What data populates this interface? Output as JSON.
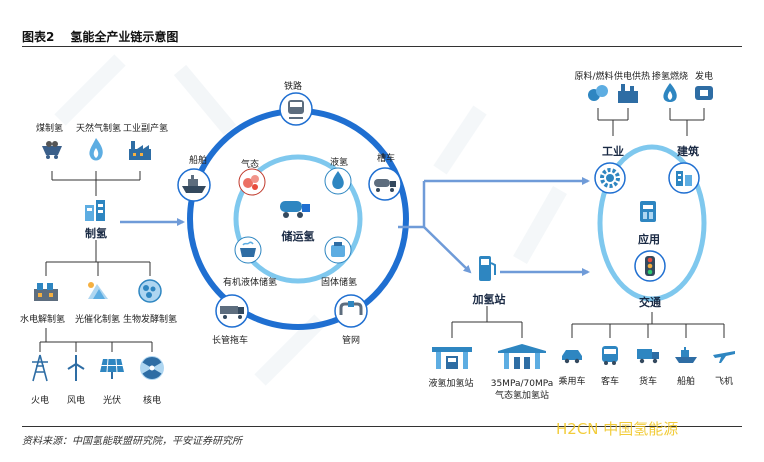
{
  "header": {
    "figure_no": "图表2",
    "title": "氢能全产业链示意图"
  },
  "production": {
    "sources": [
      "煤制氢",
      "天然气制氢",
      "工业副产氢"
    ],
    "hub": "制氢",
    "methods": [
      "水电解制氢",
      "光催化制氢",
      "生物发酵制氢"
    ],
    "power": [
      "火电",
      "风电",
      "光伏",
      "核电"
    ]
  },
  "storage": {
    "center": "储运氢",
    "inner": [
      "气态",
      "液氢",
      "固体储氢",
      "有机液体储氢"
    ],
    "outer": [
      "铁路",
      "槽车",
      "管网",
      "长管拖车",
      "船舶"
    ]
  },
  "station": {
    "title": "加氢站",
    "types": [
      "液氢加氢站",
      "35MPa/70MPa",
      "气态氢加氢站"
    ]
  },
  "applications": {
    "center": "应用",
    "industry": "工业",
    "building": "建筑",
    "transport": "交通",
    "top_items": [
      "原料/燃料",
      "供电供热",
      "掺氢燃烧",
      "发电"
    ],
    "vehicles": [
      "乘用车",
      "客车",
      "货车",
      "船舶",
      "飞机"
    ]
  },
  "footer": {
    "source": "资料来源：中国氢能联盟研究院，平安证券研究所"
  },
  "watermark": {
    "text": "H2CN 中国氢能源"
  },
  "colors": {
    "arrow": "#6f9bd8",
    "ring": "#1f6fd1",
    "ring_light": "#7fc8ee",
    "icon": "#2e86c1",
    "line": "#333333"
  }
}
